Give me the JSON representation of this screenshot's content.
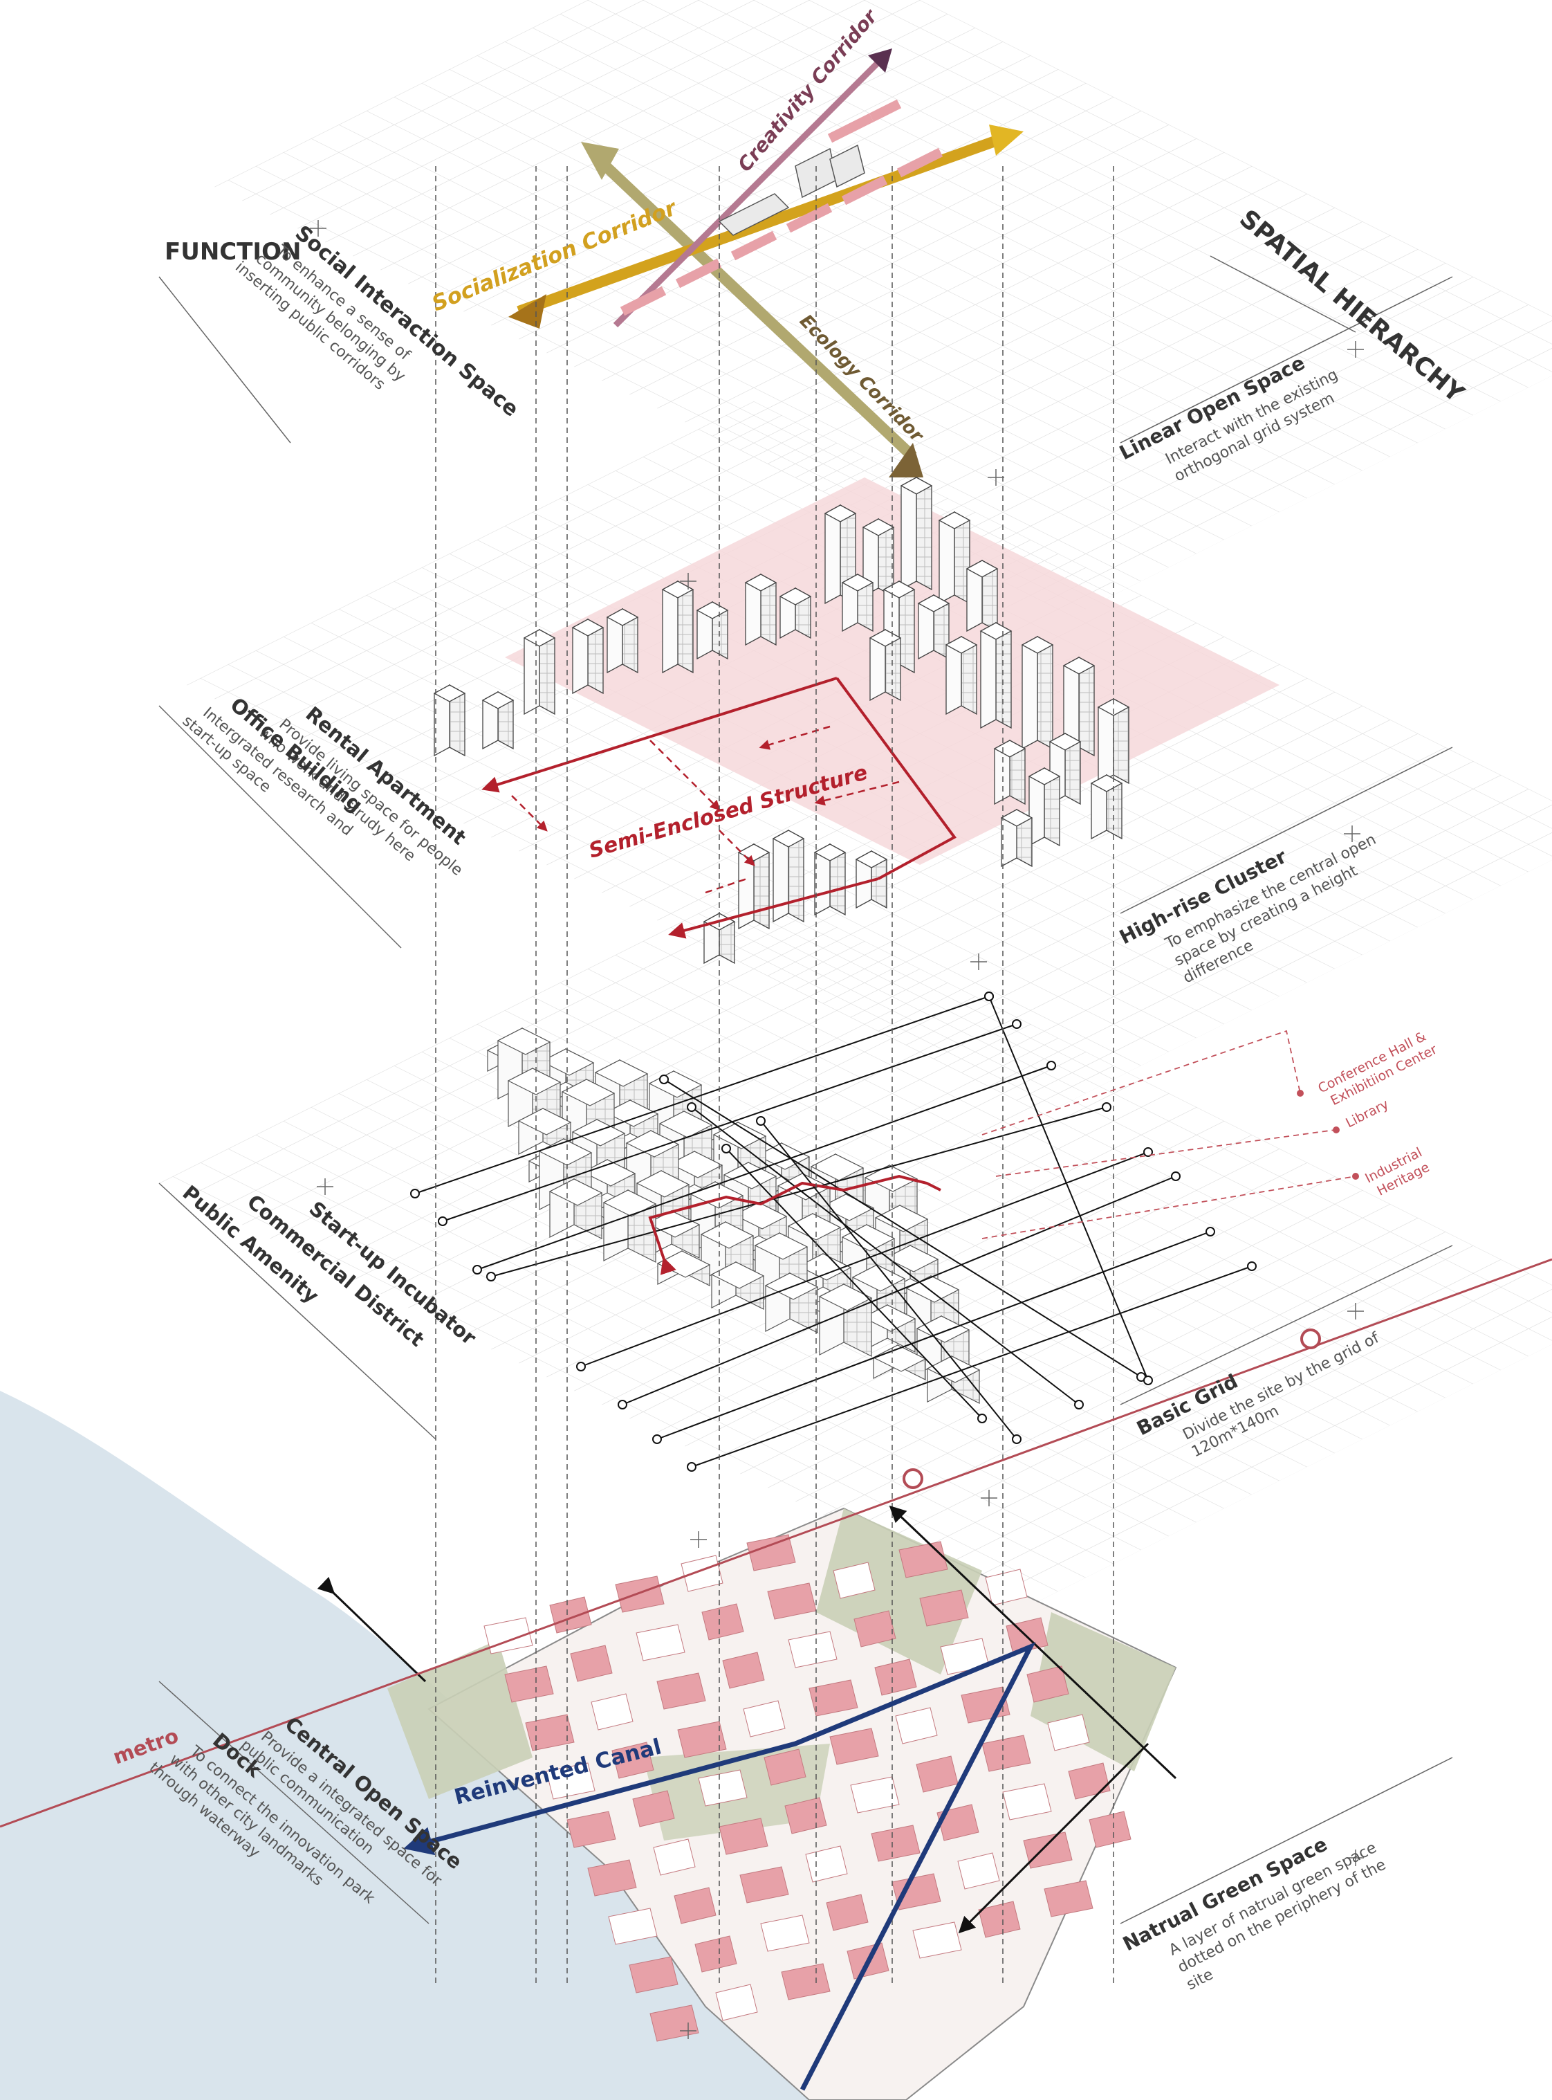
{
  "left": {
    "function_title": "FUNCTION",
    "social_title": "Social Interaction Space",
    "social_desc": [
      "To enhance a sense of",
      "community belonging by",
      "inserting public corridors"
    ],
    "rental_title": "Rental Apartment",
    "rental_desc": [
      "Provide living space for people",
      "who work and strudy here"
    ],
    "office_title": "Office Building",
    "office_desc": [
      "Intergrated research and",
      "start-up space"
    ],
    "startup": "Start-up Incubator",
    "commercial": "Commercial District",
    "amenity": "Public Amenity",
    "central_title": "Central Open Space",
    "central_desc": [
      "Provide a integrated space for",
      "public communication"
    ],
    "dock_title": "Dock",
    "dock_desc": [
      "To connect the innovation park",
      "with other city landmarks",
      "through waterway"
    ]
  },
  "right": {
    "hierarchy_title": "SPATIAL HIERARCHY",
    "linear_title": "Linear Open Space",
    "linear_desc": [
      "Interact with the existing",
      "orthogonal grid system"
    ],
    "highrise_title": "High-rise Cluster",
    "highrise_desc": [
      "To emphasize the central open",
      "space by creating a height",
      "difference"
    ],
    "grid_title": "Basic Grid",
    "grid_desc": [
      "Divide the site by the grid of",
      "120m*140m"
    ],
    "green_title": "Natrual Green Space",
    "green_desc": [
      "A layer of natrual green space",
      "dotted on the periphery of the",
      "site"
    ]
  },
  "corridors": {
    "creativity": "Creativity Corridor",
    "socialization": "Socialization Corridor",
    "ecology": "Ecology Corridor"
  },
  "layer2": {
    "semi_enclosed": "Semi-Enclosed Structure"
  },
  "layer3": {
    "conference": [
      "Conference Hall &",
      "Exhibitiion Center"
    ],
    "library": "Library",
    "heritage": [
      "Industrial",
      "Heritage"
    ]
  },
  "base": {
    "metro": "metro",
    "canal": "Reinvented Canal"
  },
  "colors": {
    "pink": "#e7a1a8",
    "red": "#b3202c",
    "navy": "#1f3a7a",
    "gold": "#d9a21c",
    "olive": "#8d7447",
    "plum": "#7a3d55",
    "water": "#d9e4ec",
    "metro": "#b34b55",
    "grid": "#d6d6d6"
  }
}
